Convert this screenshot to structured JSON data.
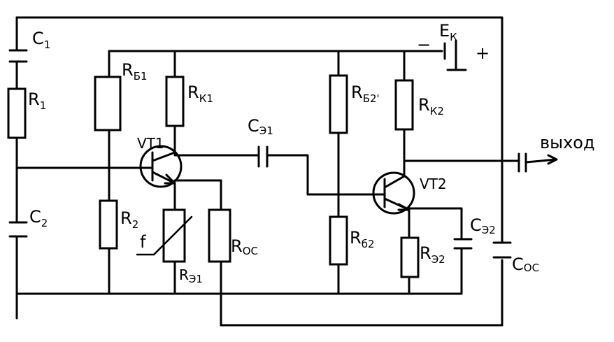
{
  "labels": {
    "c1": "C",
    "c1_sub": "1",
    "r1": "R",
    "r1_sub": "1",
    "c2": "C",
    "c2_sub": "2",
    "rb1": "R",
    "rb1_sub": "Б1",
    "rk1": "R",
    "rk1_sub": "К1",
    "r2": "R",
    "r2_sub": "2",
    "vt1": "VT1",
    "f": "f",
    "re1": "R",
    "re1_sub": "Э1",
    "roc": "R",
    "roc_sub": "ОС",
    "ce1": "C",
    "ce1_sub": "Э1",
    "rb2": "R",
    "rb2_sub": "Б2'",
    "rk2": "R",
    "rk2_sub": "К2",
    "vt2": "VT2",
    "rb2_low": "R",
    "rb2_low_sub": "б2",
    "ce2": "C",
    "ce2_sub": "Э2",
    "re2": "R",
    "re2_sub": "Э2",
    "coc": "C",
    "coc_sub": "ОС",
    "ek": "E",
    "ek_sub": "К",
    "minus": "−",
    "plus": "+",
    "output": "выход"
  }
}
